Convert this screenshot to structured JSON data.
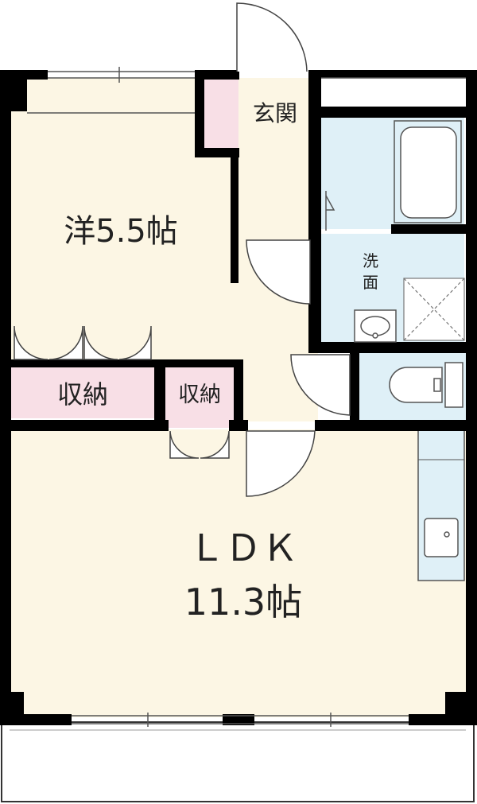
{
  "rooms": {
    "western": {
      "label": "洋5.5帖"
    },
    "storage_large": {
      "label": "収納"
    },
    "storage_small": {
      "label": "収納"
    },
    "entrance": {
      "label": "玄関"
    },
    "washroom": {
      "label_line1": "洗",
      "label_line2": "面"
    },
    "ldk": {
      "label_line1": "ＬＤＫ",
      "label_line2": "11.3帖"
    }
  },
  "colors": {
    "room_fill": "#fcf6e4",
    "storage_fill": "#f8dfe6",
    "wet_fill": "#dff0f7",
    "wall": "#000000",
    "fixture_line": "#555555"
  },
  "icons": {
    "door_swing": "door-swing-icon",
    "bathtub": "bathtub-icon",
    "toilet": "toilet-icon",
    "sink": "sink-icon",
    "washer": "washing-machine-pan-icon",
    "kitchen": "kitchen-counter-icon"
  }
}
